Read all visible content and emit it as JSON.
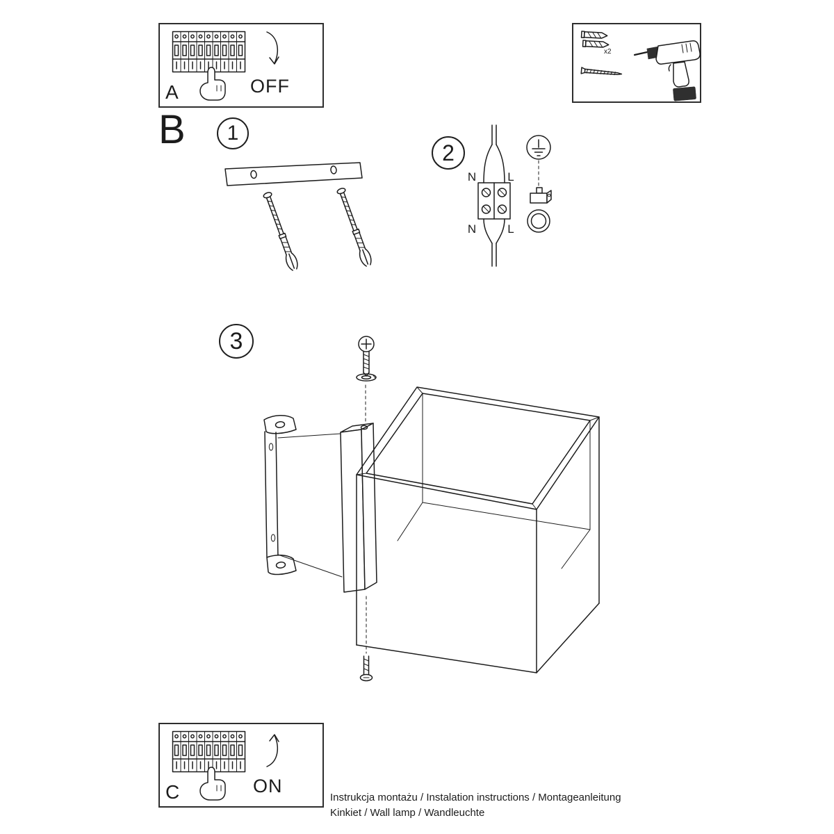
{
  "colors": {
    "background": "#ffffff",
    "line": "#1c1c1c"
  },
  "panel_a": {
    "label": "A",
    "state": "OFF"
  },
  "panel_c": {
    "label": "C",
    "state": "ON"
  },
  "section_label": "B",
  "step_1": {
    "number": "1"
  },
  "step_2": {
    "number": "2",
    "wire_top_left": "N",
    "wire_top_right": "L",
    "wire_bottom_left": "N",
    "wire_bottom_right": "L"
  },
  "step_3": {
    "number": "3"
  },
  "tools": {
    "quantity": "x2"
  },
  "footer": {
    "line1": "Instrukcja montażu / Instalation instructions / Montageanleitung",
    "line2": "Kinkiet / Wall lamp / Wandleuchte"
  }
}
